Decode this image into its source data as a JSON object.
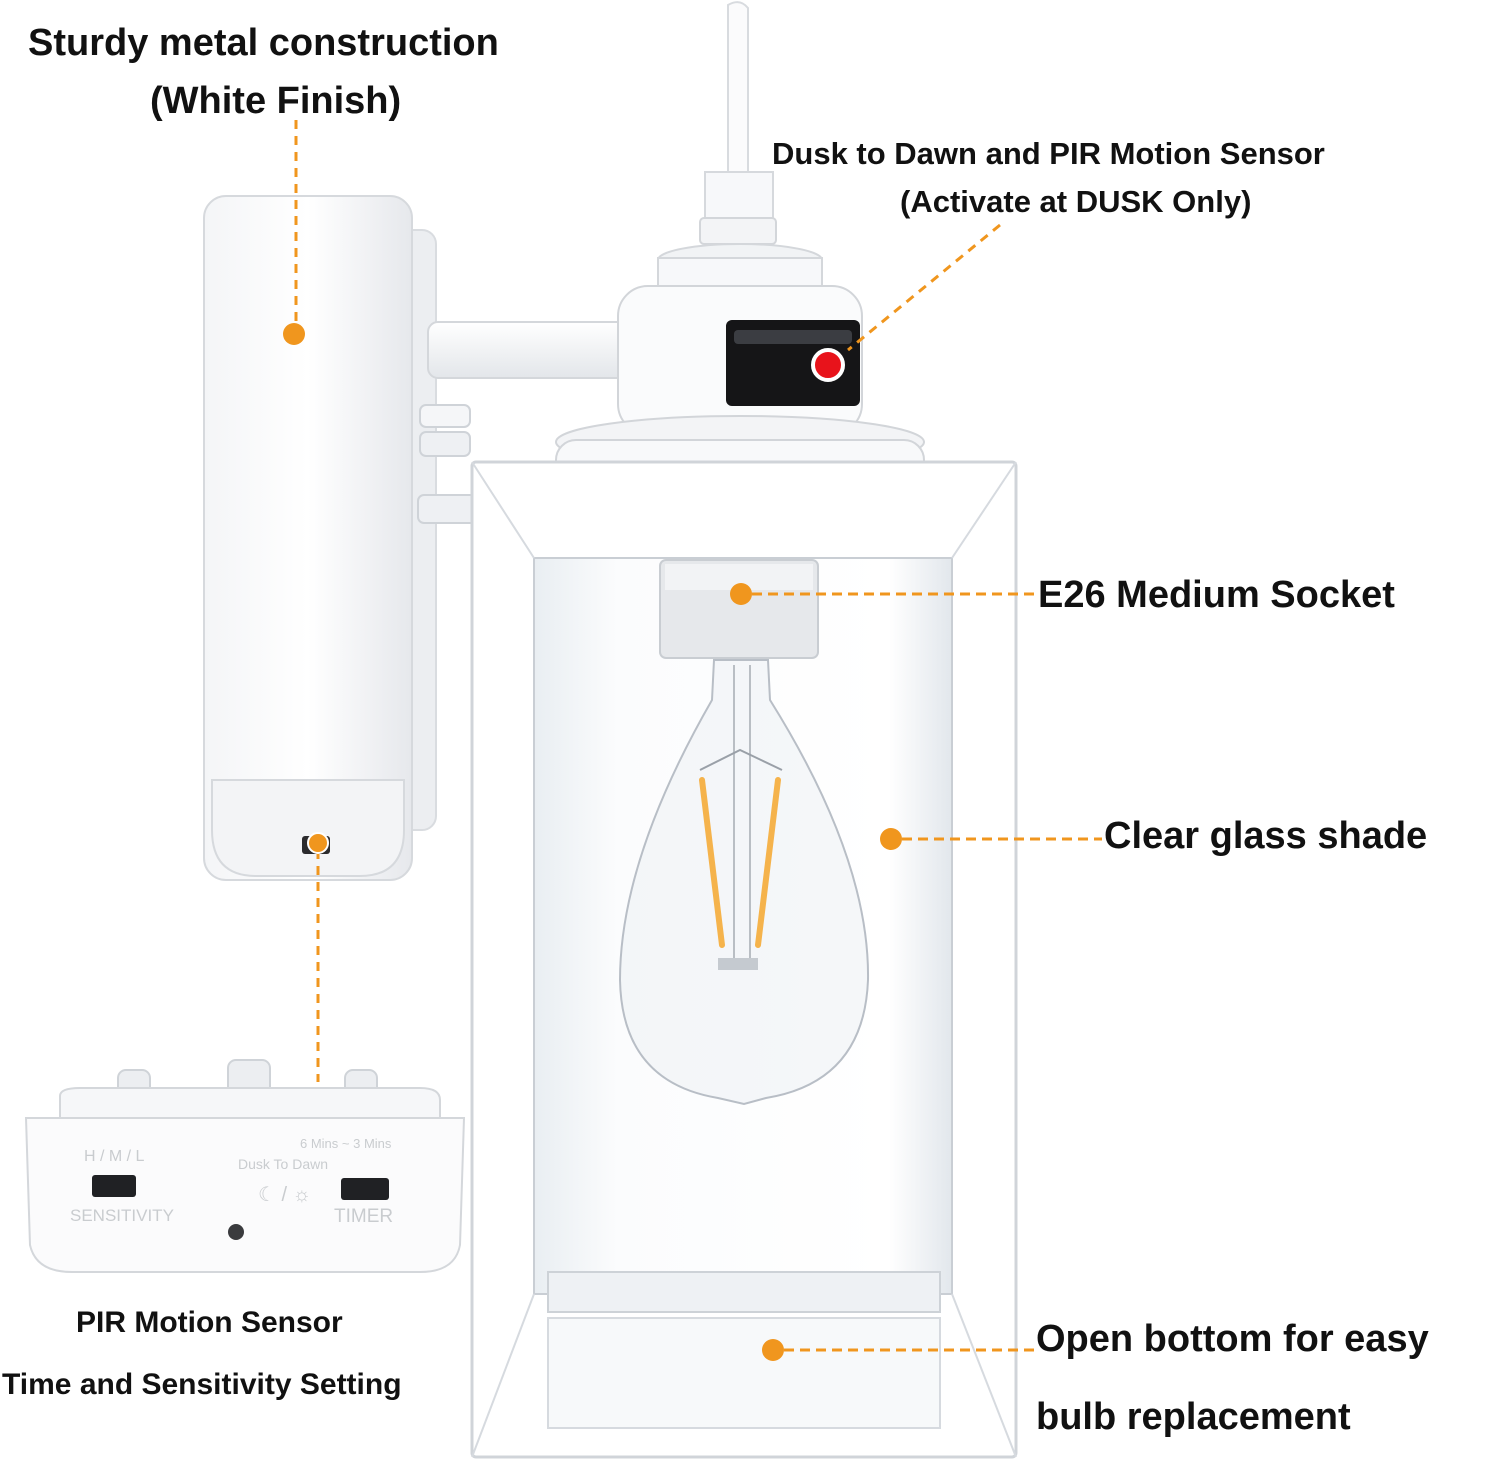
{
  "accent_color": "#f0961e",
  "callouts": {
    "construction": {
      "line1": "Sturdy metal construction",
      "line2": "(White Finish)"
    },
    "sensor": {
      "line1": "Dusk to Dawn and PIR Motion Sensor",
      "line2": "(Activate at DUSK Only)"
    },
    "socket": {
      "text": "E26 Medium Socket"
    },
    "glass": {
      "text": "Clear glass shade"
    },
    "bottom": {
      "line1": "Open bottom for easy",
      "line2": "bulb replacement"
    },
    "pir": {
      "line1": "PIR Motion Sensor",
      "line2": "Time and Sensitivity Setting"
    }
  },
  "controls": {
    "left_top": "H / M / L",
    "left_bottom": "SENSITIVITY",
    "right_top1": "6 Mins  ~  3 Mins",
    "right_top2": "Dusk To Dawn",
    "right_icons": "☾ / ☼",
    "right_bottom": "TIMER"
  }
}
